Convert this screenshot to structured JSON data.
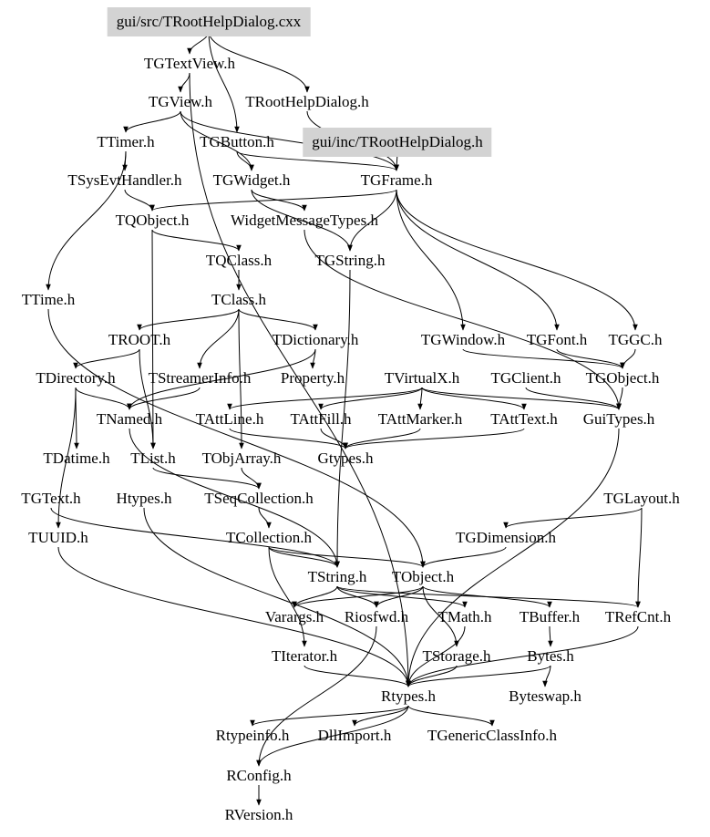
{
  "title": "gui/src/TRootHelpDialog.cxx",
  "highlight_color": "#d3d3d3",
  "nodes": [
    "gui/src/TRootHelpDialog.cxx",
    "TGTextView.h",
    "TRootHelpDialog.h",
    "TGView.h",
    "TTimer.h",
    "TGButton.h",
    "gui/inc/TRootHelpDialog.h",
    "TSysEvtHandler.h",
    "TGWidget.h",
    "TGFrame.h",
    "TQObject.h",
    "WidgetMessageTypes.h",
    "TQClass.h",
    "TGString.h",
    "TTime.h",
    "TClass.h",
    "TROOT.h",
    "TDictionary.h",
    "TGWindow.h",
    "TGFont.h",
    "TGGC.h",
    "TDirectory.h",
    "TStreamerInfo.h",
    "Property.h",
    "TVirtualX.h",
    "TGClient.h",
    "TGObject.h",
    "TNamed.h",
    "TAttLine.h",
    "TAttFill.h",
    "TAttMarker.h",
    "TAttText.h",
    "GuiTypes.h",
    "TDatime.h",
    "TList.h",
    "TObjArray.h",
    "Gtypes.h",
    "TGText.h",
    "Htypes.h",
    "TSeqCollection.h",
    "TGLayout.h",
    "TUUID.h",
    "TCollection.h",
    "TGDimension.h",
    "TString.h",
    "TObject.h",
    "Varargs.h",
    "Riosfwd.h",
    "TMath.h",
    "TBuffer.h",
    "TRefCnt.h",
    "TIterator.h",
    "TStorage.h",
    "Bytes.h",
    "Rtypes.h",
    "Byteswap.h",
    "Rtypeinfo.h",
    "DllImport.h",
    "TGenericClassInfo.h",
    "RConfig.h",
    "RVersion.h"
  ],
  "highlighted": [
    "gui/src/TRootHelpDialog.cxx",
    "gui/inc/TRootHelpDialog.h"
  ],
  "edges": [
    [
      "gui/src/TRootHelpDialog.cxx",
      "TGTextView.h"
    ],
    [
      "gui/src/TRootHelpDialog.cxx",
      "TRootHelpDialog.h"
    ],
    [
      "gui/src/TRootHelpDialog.cxx",
      "TGButton.h"
    ],
    [
      "TRootHelpDialog.h",
      "TGFrame.h"
    ],
    [
      "TGTextView.h",
      "TGView.h"
    ],
    [
      "TGTextView.h",
      "Rtypes.h"
    ],
    [
      "TGView.h",
      "TTimer.h"
    ],
    [
      "TGView.h",
      "TGWidget.h"
    ],
    [
      "TGView.h",
      "TGFrame.h"
    ],
    [
      "gui/inc/TRootHelpDialog.h",
      "TGFrame.h"
    ],
    [
      "TTimer.h",
      "TSysEvtHandler.h"
    ],
    [
      "TTimer.h",
      "TTime.h"
    ],
    [
      "TGButton.h",
      "TGWidget.h"
    ],
    [
      "TGButton.h",
      "TGFrame.h"
    ],
    [
      "TSysEvtHandler.h",
      "TQObject.h"
    ],
    [
      "TGWidget.h",
      "WidgetMessageTypes.h"
    ],
    [
      "TGWidget.h",
      "TGString.h"
    ],
    [
      "TGFrame.h",
      "TQObject.h"
    ],
    [
      "TGFrame.h",
      "TGWindow.h"
    ],
    [
      "TGFrame.h",
      "TGFont.h"
    ],
    [
      "TGFrame.h",
      "TGGC.h"
    ],
    [
      "TGFrame.h",
      "TGString.h"
    ],
    [
      "WidgetMessageTypes.h",
      "GuiTypes.h"
    ],
    [
      "TQObject.h",
      "TQClass.h"
    ],
    [
      "TQObject.h",
      "TList.h"
    ],
    [
      "TQClass.h",
      "TClass.h"
    ],
    [
      "TGString.h",
      "TString.h"
    ],
    [
      "TTime.h",
      "TObject.h"
    ],
    [
      "TClass.h",
      "TROOT.h"
    ],
    [
      "TClass.h",
      "TStreamerInfo.h"
    ],
    [
      "TClass.h",
      "TDictionary.h"
    ],
    [
      "TClass.h",
      "TObjArray.h"
    ],
    [
      "TROOT.h",
      "TDirectory.h"
    ],
    [
      "TROOT.h",
      "TList.h"
    ],
    [
      "TDictionary.h",
      "TNamed.h"
    ],
    [
      "TDictionary.h",
      "Property.h"
    ],
    [
      "TGWindow.h",
      "TGObject.h"
    ],
    [
      "TGFont.h",
      "TGObject.h"
    ],
    [
      "TGGC.h",
      "TGObject.h"
    ],
    [
      "TDirectory.h",
      "TNamed.h"
    ],
    [
      "TDirectory.h",
      "TDatime.h"
    ],
    [
      "TDirectory.h",
      "TUUID.h"
    ],
    [
      "TStreamerInfo.h",
      "TNamed.h"
    ],
    [
      "TVirtualX.h",
      "TAttLine.h"
    ],
    [
      "TVirtualX.h",
      "TAttFill.h"
    ],
    [
      "TVirtualX.h",
      "TAttMarker.h"
    ],
    [
      "TVirtualX.h",
      "TAttText.h"
    ],
    [
      "TVirtualX.h",
      "GuiTypes.h"
    ],
    [
      "TGClient.h",
      "GuiTypes.h"
    ],
    [
      "TGObject.h",
      "GuiTypes.h"
    ],
    [
      "TNamed.h",
      "TString.h"
    ],
    [
      "TAttLine.h",
      "Gtypes.h"
    ],
    [
      "TAttFill.h",
      "Gtypes.h"
    ],
    [
      "TAttMarker.h",
      "Gtypes.h"
    ],
    [
      "TAttText.h",
      "Gtypes.h"
    ],
    [
      "TList.h",
      "TSeqCollection.h"
    ],
    [
      "TObjArray.h",
      "TSeqCollection.h"
    ],
    [
      "TSeqCollection.h",
      "TCollection.h"
    ],
    [
      "TGText.h",
      "TString.h"
    ],
    [
      "Htypes.h",
      "Rtypes.h"
    ],
    [
      "TGLayout.h",
      "TGDimension.h"
    ],
    [
      "TGLayout.h",
      "TRefCnt.h"
    ],
    [
      "TUUID.h",
      "Rtypes.h"
    ],
    [
      "TCollection.h",
      "TObject.h"
    ],
    [
      "TCollection.h",
      "TIterator.h"
    ],
    [
      "TCollection.h",
      "TString.h"
    ],
    [
      "TGDimension.h",
      "TObject.h"
    ],
    [
      "TString.h",
      "Varargs.h"
    ],
    [
      "TString.h",
      "TRefCnt.h"
    ],
    [
      "TString.h",
      "TMath.h"
    ],
    [
      "TString.h",
      "Riosfwd.h"
    ],
    [
      "TObject.h",
      "TStorage.h"
    ],
    [
      "TObject.h",
      "Varargs.h"
    ],
    [
      "TObject.h",
      "Riosfwd.h"
    ],
    [
      "TObject.h",
      "TBuffer.h"
    ],
    [
      "TMath.h",
      "Rtypes.h"
    ],
    [
      "TBuffer.h",
      "Bytes.h"
    ],
    [
      "TRefCnt.h",
      "Rtypes.h"
    ],
    [
      "TIterator.h",
      "Rtypes.h"
    ],
    [
      "TStorage.h",
      "Rtypes.h"
    ],
    [
      "Bytes.h",
      "Byteswap.h"
    ],
    [
      "Bytes.h",
      "Rtypes.h"
    ],
    [
      "Rtypes.h",
      "Rtypeinfo.h"
    ],
    [
      "Rtypes.h",
      "DllImport.h"
    ],
    [
      "Rtypes.h",
      "TGenericClassInfo.h"
    ],
    [
      "Rtypes.h",
      "RConfig.h"
    ],
    [
      "Riosfwd.h",
      "RConfig.h"
    ],
    [
      "RConfig.h",
      "RVersion.h"
    ],
    [
      "GuiTypes.h",
      "Rtypes.h"
    ]
  ]
}
